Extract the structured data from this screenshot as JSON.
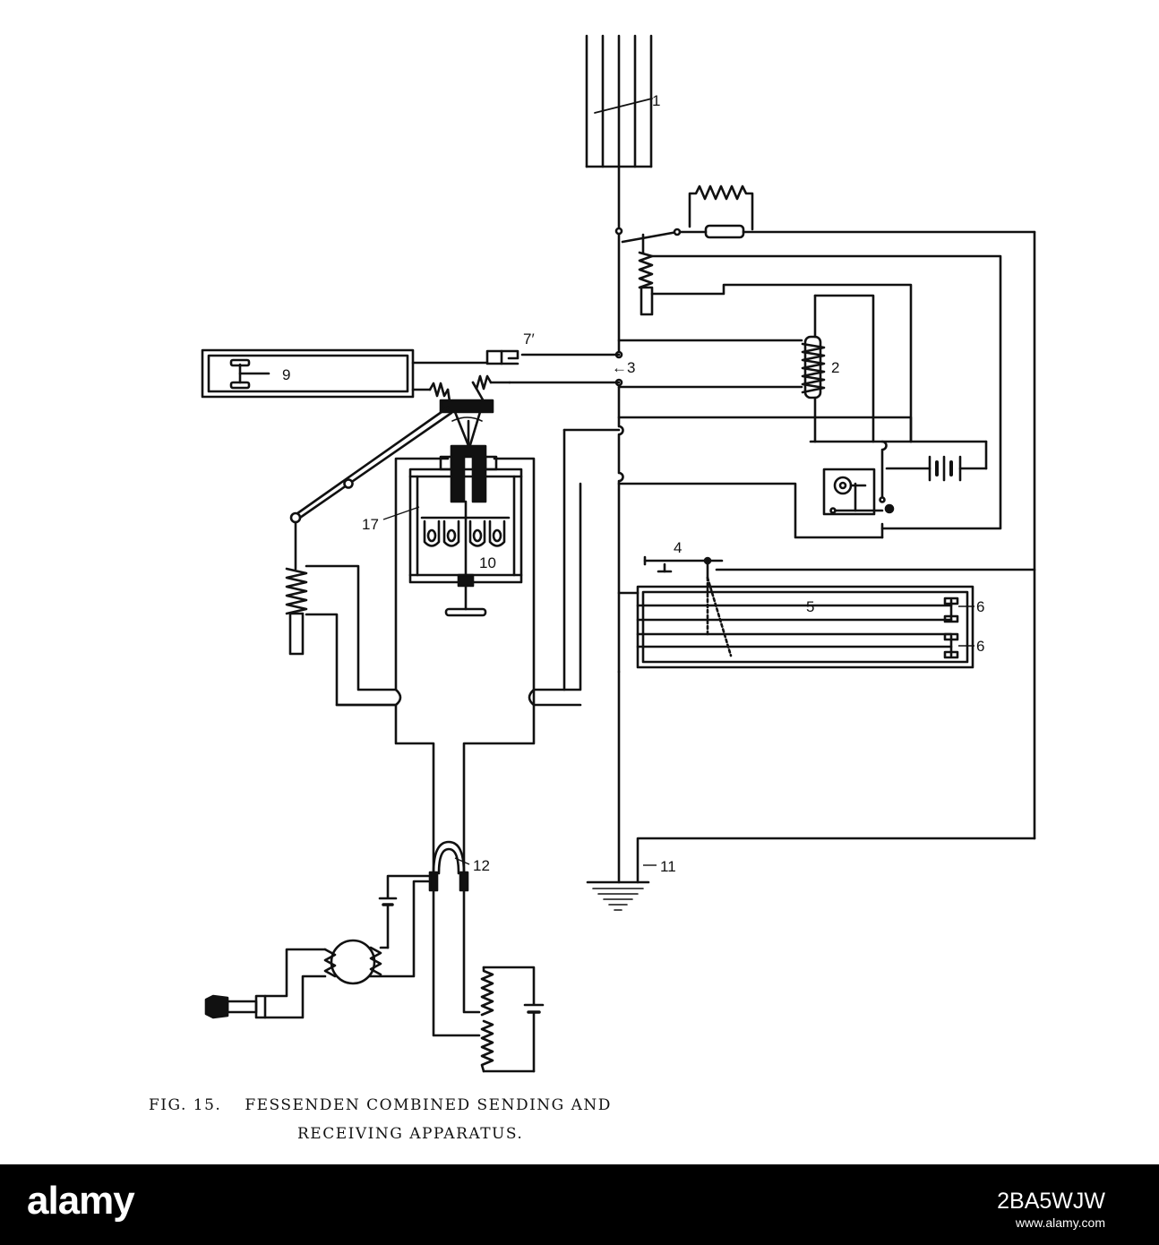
{
  "figure": {
    "caption_line1_fig": "FIG. 15.",
    "caption_line1_text": "FESSENDEN COMBINED SENDING AND",
    "caption_line2": "RECEIVING APPARATUS."
  },
  "labels": {
    "l1": "1",
    "l2": "2",
    "l3": "←3",
    "l4": "4",
    "l5": "5",
    "l6a": "6",
    "l6b": "6",
    "l7": "7′",
    "l9": "9",
    "l10": "10",
    "l11": "11",
    "l12": "12",
    "l17": "17"
  },
  "watermark": {
    "logo": "alamy",
    "image_id": "2BA5WJW",
    "url": "www.alamy.com"
  }
}
